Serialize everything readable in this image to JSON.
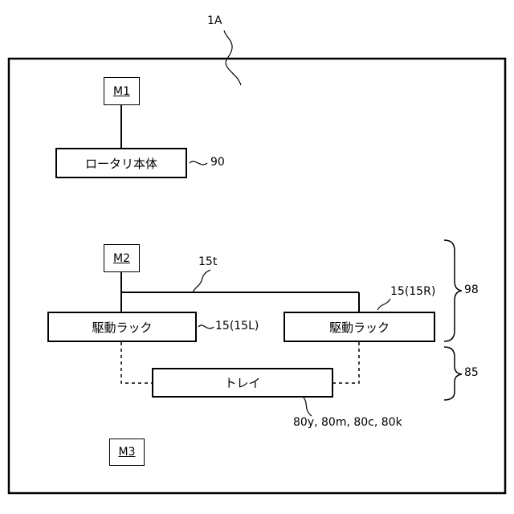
{
  "frame_ref": "1A",
  "motors": {
    "m1": "M1",
    "m2": "M2",
    "m3": "M3"
  },
  "boxes": {
    "rotary_body": "ロータリ本体",
    "rack_left": "駆動ラック",
    "rack_right": "駆動ラック",
    "tray": "トレイ"
  },
  "refs": {
    "rotary_body": "90",
    "shaft": "15t",
    "rack_left": "15(15L)",
    "rack_right": "15(15R)",
    "group_upper": "98",
    "group_lower": "85",
    "tray": "80y, 80m, 80c, 80k"
  }
}
